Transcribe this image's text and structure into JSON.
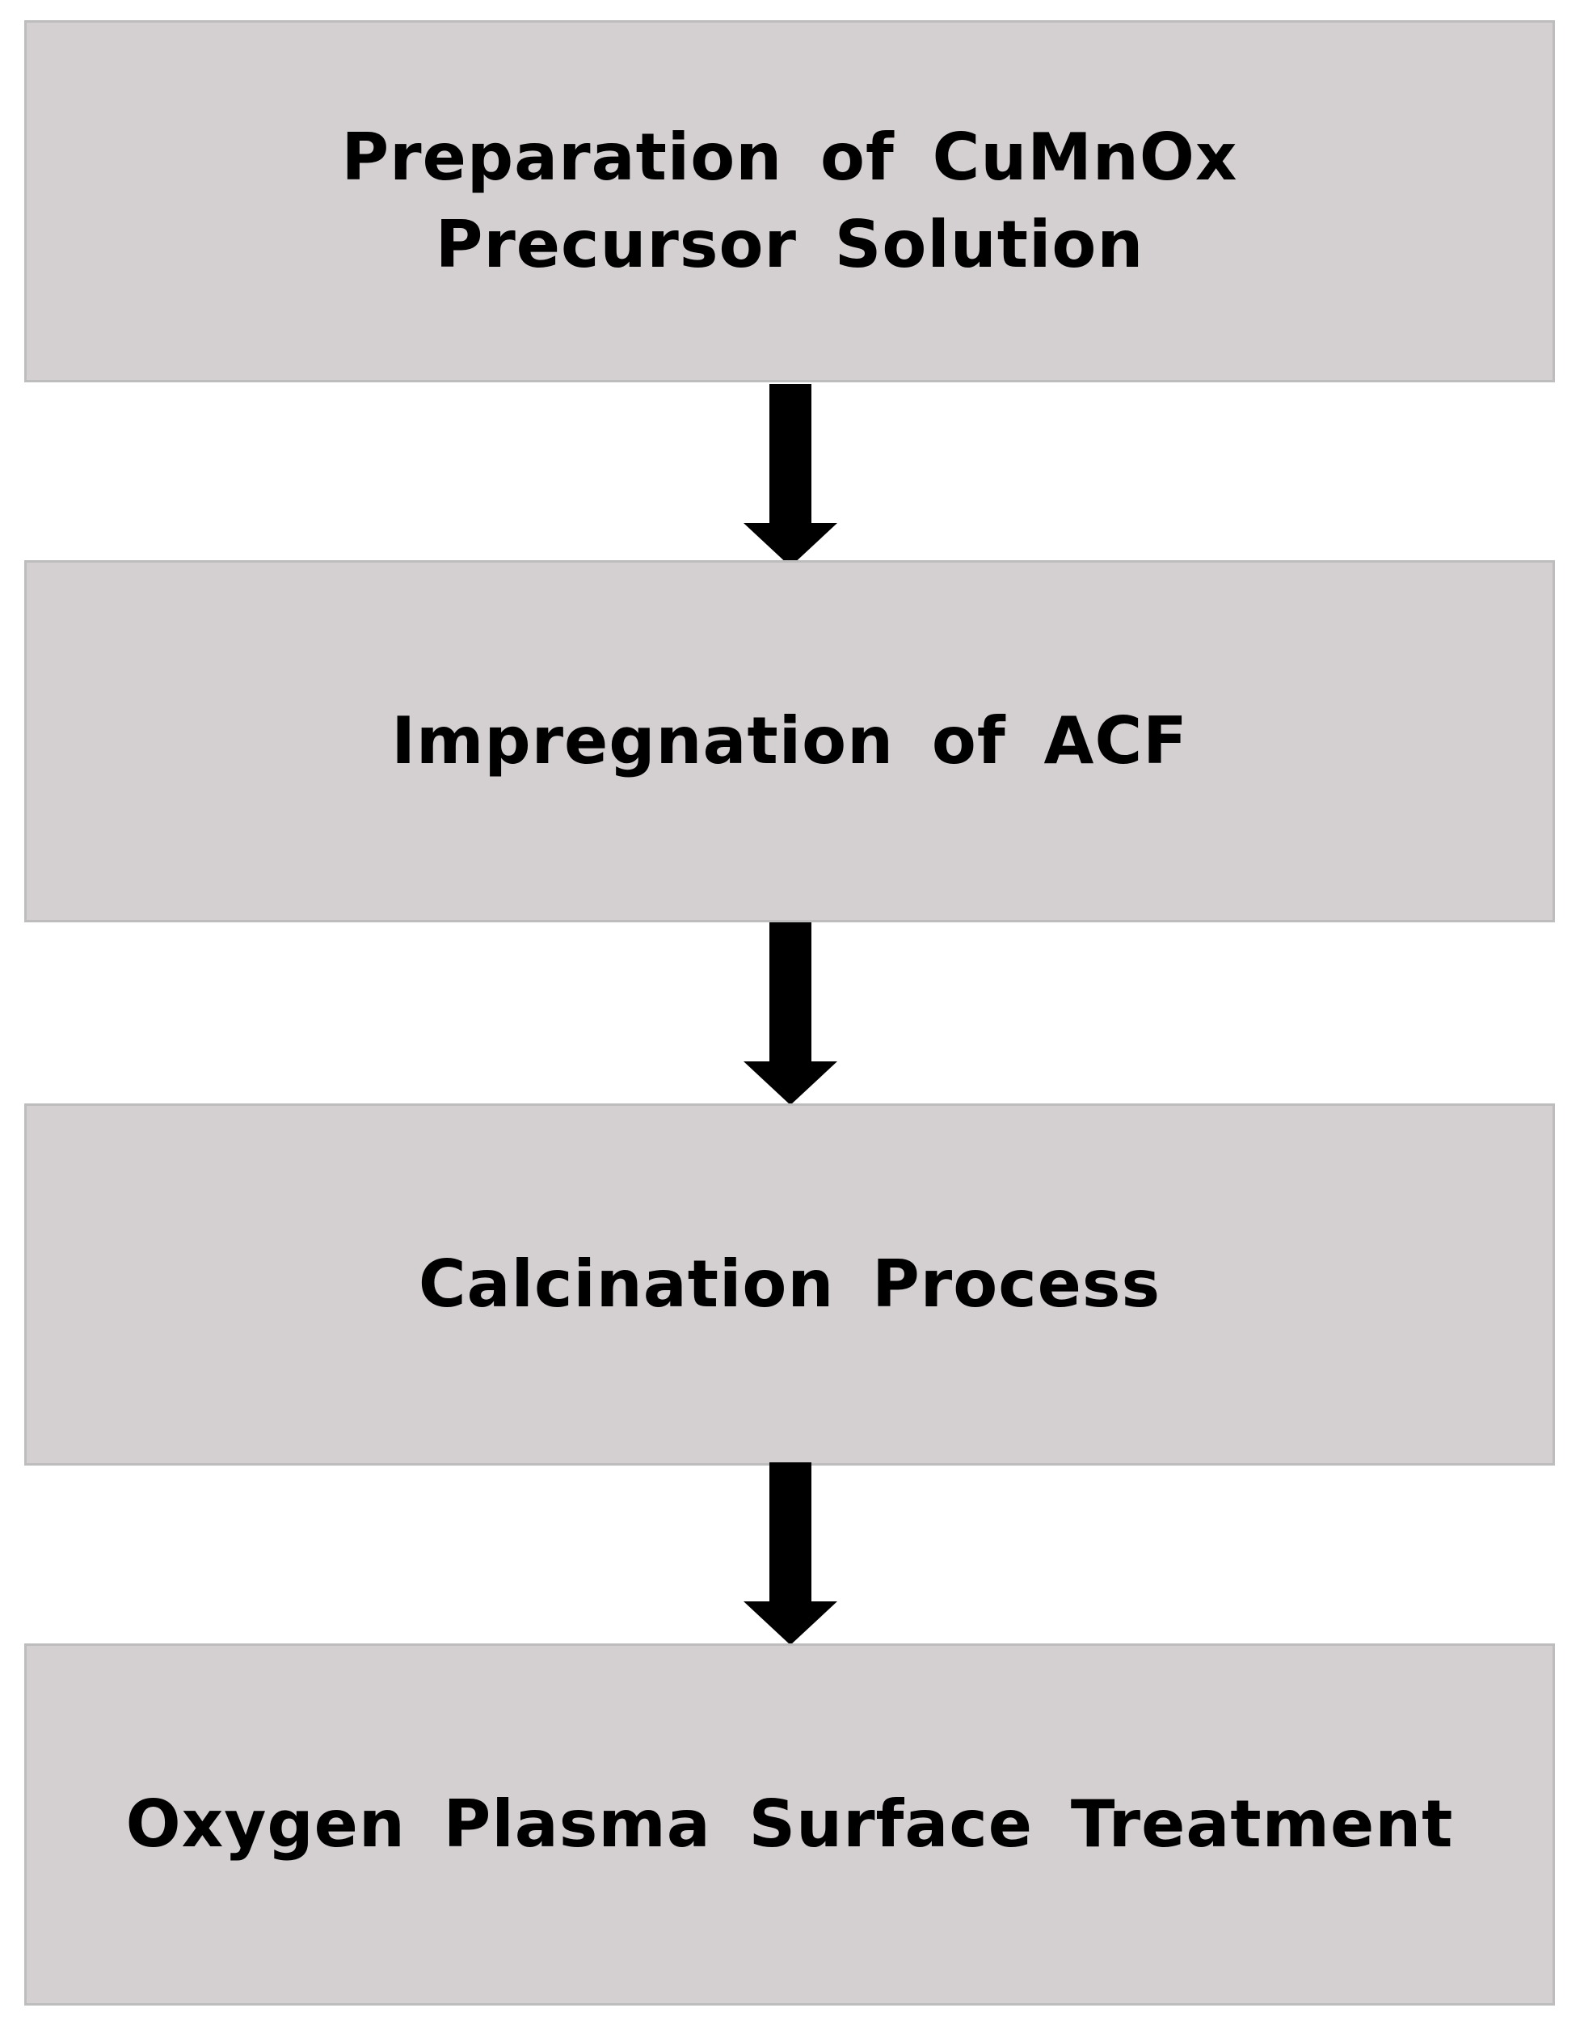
{
  "colors": {
    "box_fill": "#d4d0d1",
    "box_border": "#bdbdbd",
    "arrow": "#000000",
    "text": "#000000"
  },
  "steps": [
    {
      "label": "Preparation of CuMnOx\nPrecursor Solution"
    },
    {
      "label": "Impregnation of ACF"
    },
    {
      "label": "Calcination Process"
    },
    {
      "label": "Oxygen Plasma Surface Treatment"
    }
  ]
}
